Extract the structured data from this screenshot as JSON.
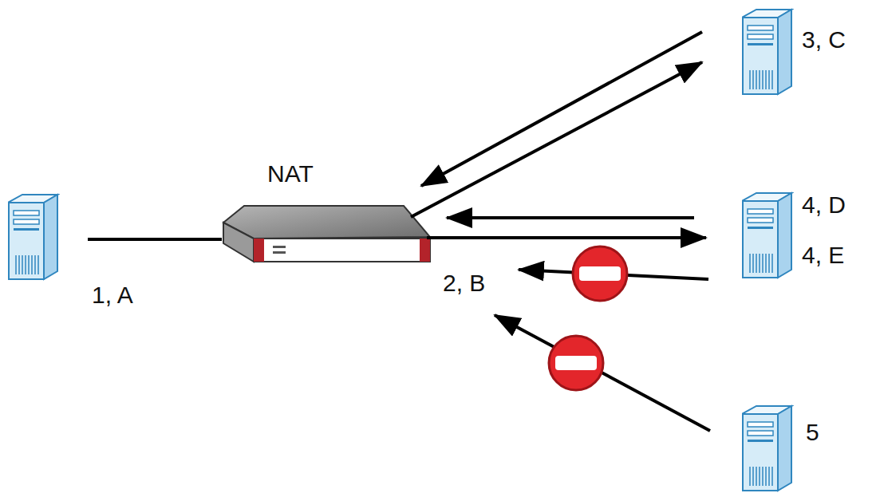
{
  "diagram": {
    "nodes": [
      {
        "text": [
          "1, A"
        ]
      },
      {
        "text": [
          "NAT",
          "2, B"
        ]
      },
      {
        "text": [
          "3, C"
        ]
      },
      {
        "text": [
          "4, D",
          "4, E"
        ]
      },
      {
        "text": [
          "5"
        ]
      }
    ],
    "edges": [
      {
        "from": 0,
        "to": 1,
        "arrow": "none"
      },
      {
        "from": 1,
        "to": 2,
        "arrow": "to"
      },
      {
        "from": 2,
        "to": 1,
        "arrow": "to"
      },
      {
        "from": 1,
        "to": 3,
        "arrow": "to"
      },
      {
        "from": 3,
        "to": 1,
        "arrow": "to"
      },
      {
        "from": 3,
        "to": 1,
        "arrow": "to"
      },
      {
        "from": 4,
        "to": 1,
        "arrow": "to"
      }
    ]
  }
}
